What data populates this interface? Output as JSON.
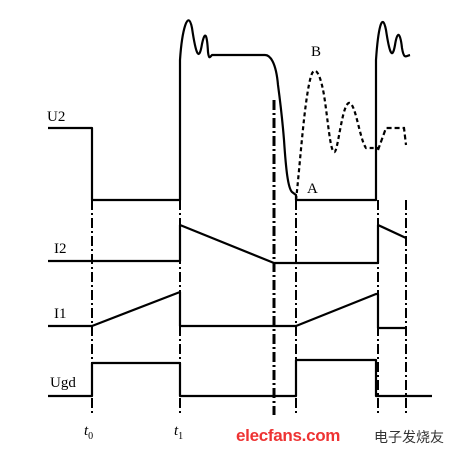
{
  "signals": {
    "u2": "U2",
    "i2": "I2",
    "i1": "I1",
    "ugd": "Ugd"
  },
  "points": {
    "a": "A",
    "b": "B"
  },
  "time_marks": {
    "t0_letter": "t",
    "t0_sub": "0",
    "t1_letter": "t",
    "t1_sub": "1"
  },
  "watermark": {
    "site": "elecfans.com",
    "cn": "电子发烧友"
  },
  "colors": {
    "stroke": "#000000",
    "watermark": "#e33333"
  }
}
